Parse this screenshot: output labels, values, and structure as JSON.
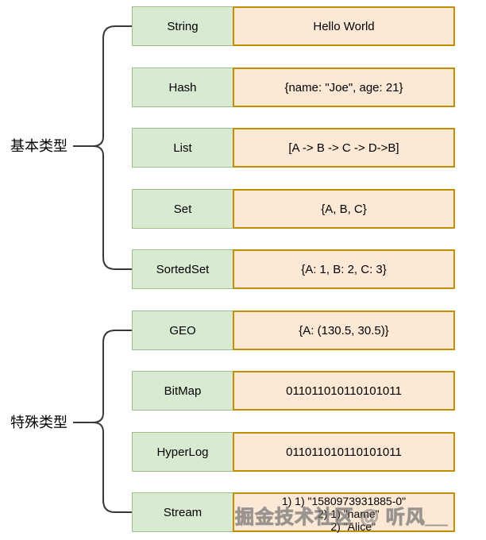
{
  "diagram": {
    "groups": [
      {
        "label": "基本类型",
        "rows": [
          {
            "type": "String",
            "value": "Hello World"
          },
          {
            "type": "Hash",
            "value": "{name: \"Joe\", age: 21}"
          },
          {
            "type": "List",
            "value": "[A -> B -> C -> D->B]"
          },
          {
            "type": "Set",
            "value": "{A, B, C}"
          },
          {
            "type": "SortedSet",
            "value": "{A: 1, B: 2, C: 3}"
          }
        ]
      },
      {
        "label": "特殊类型",
        "rows": [
          {
            "type": "GEO",
            "value": "{A: (130.5, 30.5)}"
          },
          {
            "type": "BitMap",
            "value": "011011010110101011"
          },
          {
            "type": "HyperLog",
            "value": "011011010110101011"
          },
          {
            "type": "Stream",
            "value_lines": [
              "1) 1) \"1580973931885-0\"",
              "   2) 1) \"name\"",
              "      2) \"Alice\""
            ]
          }
        ]
      }
    ],
    "colors": {
      "type_fill": "#d9ead3",
      "type_border": "#9dbf8e",
      "value_fill": "#fce8d5",
      "value_border": "#bf9000",
      "connector": "#383838"
    },
    "watermark": "掘金技术社区 @ 听风__"
  }
}
